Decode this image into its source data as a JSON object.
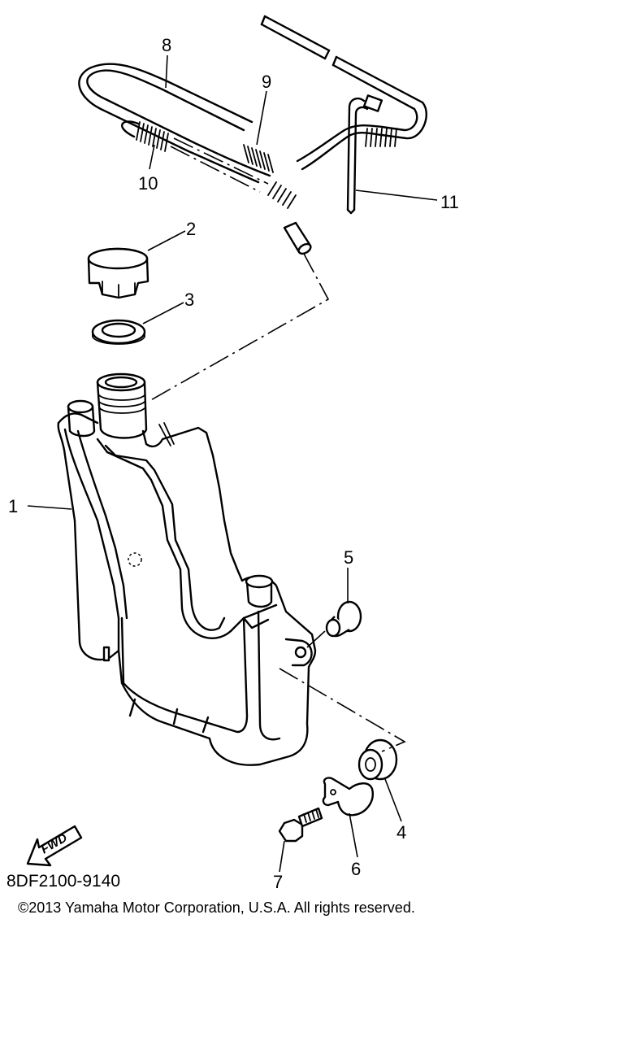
{
  "diagram": {
    "callouts": [
      "1",
      "2",
      "3",
      "4",
      "5",
      "6",
      "7",
      "8",
      "9",
      "10",
      "11"
    ],
    "fwd_label": "FWD",
    "part_code": "8DF2100-9140",
    "copyright": "©2013 Yamaha Motor Corporation, U.S.A. All rights reserved."
  }
}
